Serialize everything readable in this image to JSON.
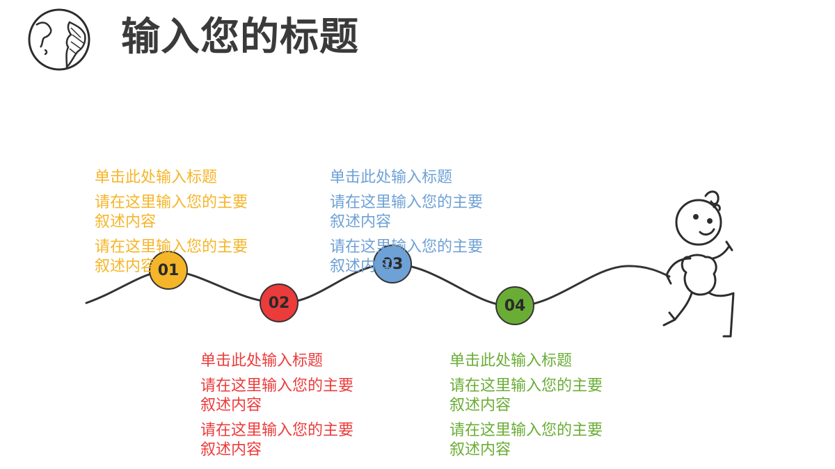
{
  "title": "输入您的标题",
  "colors": {
    "yellow": "#f5b528",
    "red": "#ec3b3b",
    "blue": "#6ea1d6",
    "green": "#6aad35",
    "dark": "#3a3a3a"
  },
  "steps": [
    {
      "number": "01",
      "heading": "单击此处输入标题",
      "desc1": "请在这里输入您的主要叙述内容",
      "desc2": "请在这里输入您的主要叙述内容"
    },
    {
      "number": "02",
      "heading": "单击此处输入标题",
      "desc1": "请在这里输入您的主要叙述内容",
      "desc2": "请在这里输入您的主要叙述内容"
    },
    {
      "number": "03",
      "heading": "单击此处输入标题",
      "desc1": "请在这里输入您的主要叙述内容",
      "desc2": "请在这里输入您的主要叙述内容"
    },
    {
      "number": "04",
      "heading": "单击此处输入标题",
      "desc1": "请在这里输入您的主要叙述内容",
      "desc2": "请在这里输入您的主要叙述内容"
    }
  ]
}
